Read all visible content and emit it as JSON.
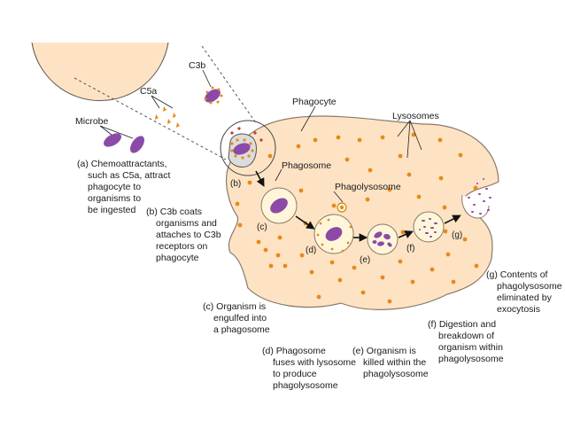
{
  "labels": {
    "c3b": "C3b",
    "c5a": "C5a",
    "microbe": "Microbe",
    "phagocyte": "Phagocyte",
    "lysosomes": "Lysosomes",
    "phagosome": "Phagosome",
    "phagolysosome": "Phagolysosome"
  },
  "step_letters": [
    "(b)",
    "(c)",
    "(d)",
    "(e)",
    "(f)",
    "(g)"
  ],
  "captions": {
    "a": [
      "(a) Chemoattractants,",
      "such as C5a, attract",
      "phagocyte to",
      "organisms to",
      "be ingested"
    ],
    "b": [
      "(b) C3b coats",
      "organisms and",
      "attaches to C3b",
      "receptors on",
      "phagocyte"
    ],
    "c": [
      "(c) Organism is",
      "engulfed into",
      "a phagosome"
    ],
    "d": [
      "(d) Phagosome",
      "fuses with lysosome",
      "to produce",
      "phagolysosome"
    ],
    "e": [
      "(e) Organism is",
      "killed within the",
      "phagolysosome"
    ],
    "f": [
      "(f) Digestion and",
      "breakdown of",
      "organism within",
      "phagolysosome"
    ],
    "g": [
      "(g) Contents of",
      "phagolysosome",
      "eliminated by",
      "exocytosis"
    ]
  },
  "colors": {
    "cytoplasm": "#fde3c4",
    "membrane": "#8a7a6a",
    "granule": "#e8891a",
    "microbe": "#8b4aa8",
    "vesicle": "#fff6da",
    "c5a": "#e8891a"
  }
}
